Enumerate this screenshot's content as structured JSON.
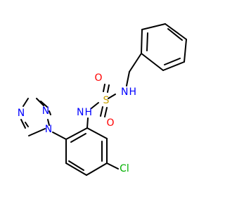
{
  "molecule": {
    "atoms": {
      "N_sulfonamide_benzyl": {
        "symbol": "N",
        "suffix": "H",
        "color": "#0000ff"
      },
      "N_sulfonamide_aryl": {
        "symbol": "N",
        "suffix": "H",
        "color": "#0000ff"
      },
      "S": {
        "symbol": "S",
        "color": "#c8a000"
      },
      "O_top": {
        "symbol": "O",
        "color": "#ff0000"
      },
      "O_bottom": {
        "symbol": "O",
        "color": "#ff0000"
      },
      "N_triazole_1": {
        "symbol": "N",
        "color": "#0000ff"
      },
      "N_triazole_2": {
        "symbol": "N",
        "color": "#0000ff"
      },
      "N_triazole_4": {
        "symbol": "N",
        "color": "#0000ff"
      },
      "Cl": {
        "symbol": "Cl",
        "color": "#00b000"
      }
    }
  }
}
